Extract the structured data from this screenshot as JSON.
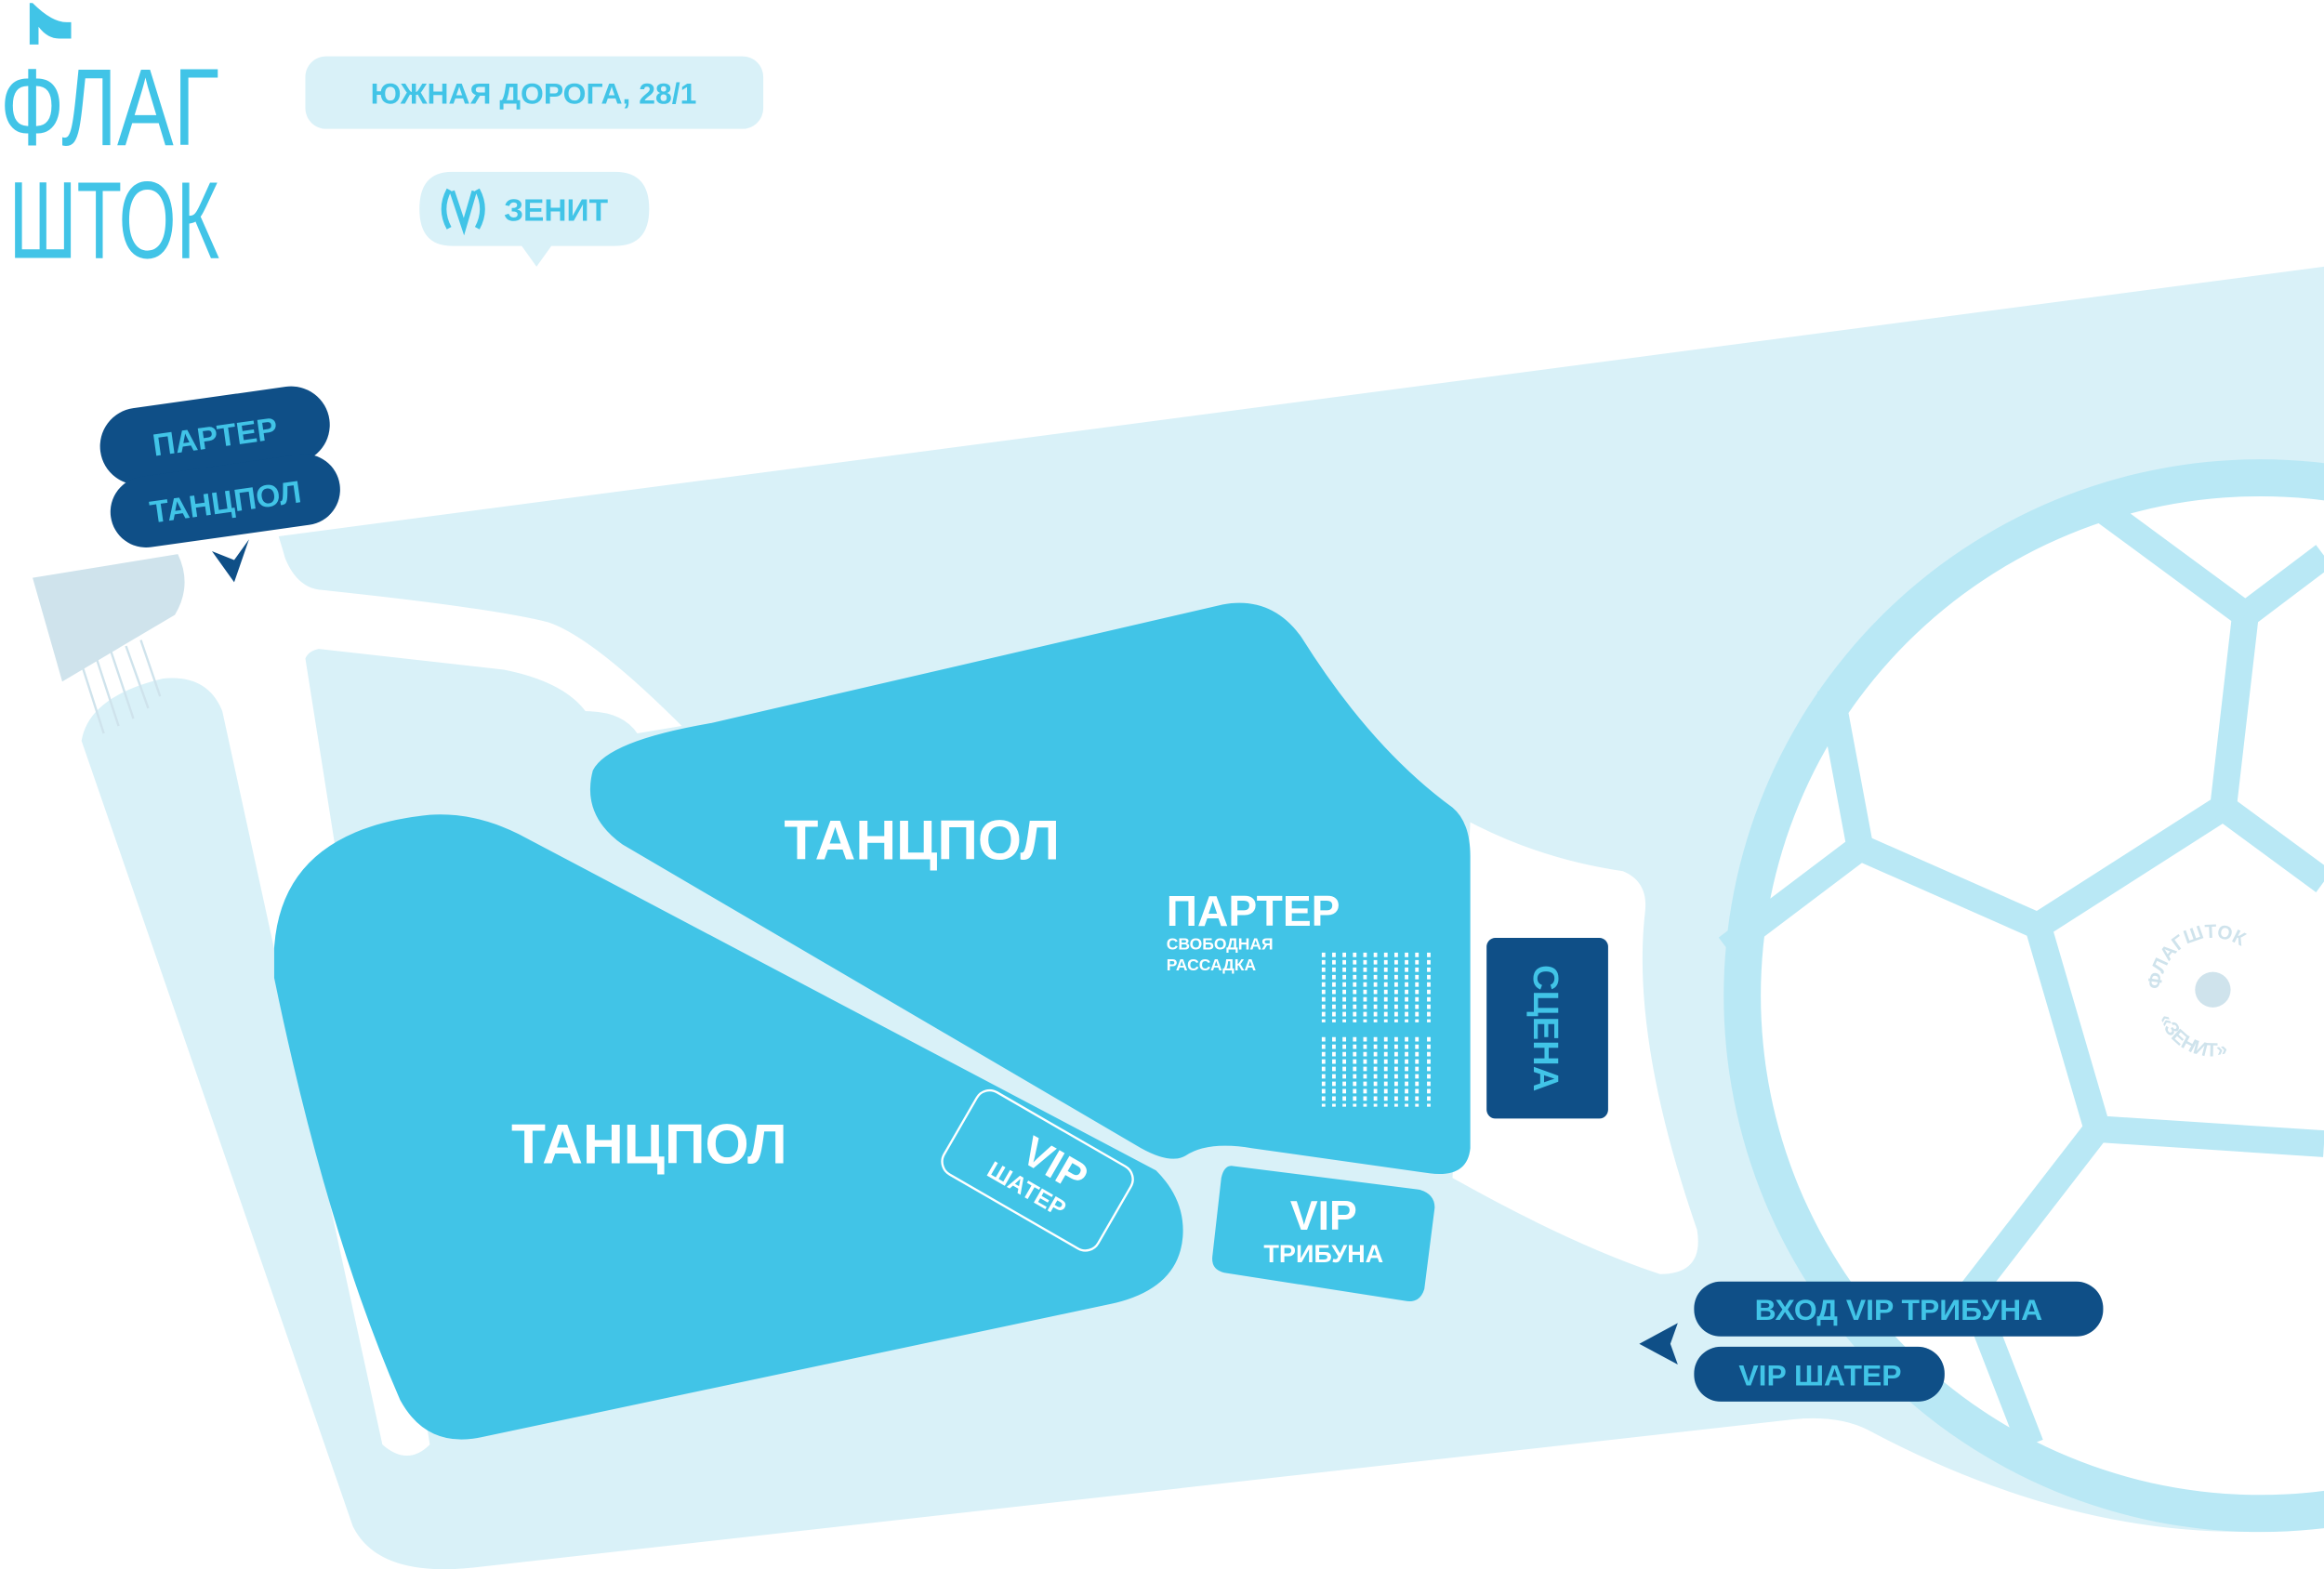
{
  "logo": {
    "line1": "ФЛАГ",
    "line2": "ШТОК"
  },
  "address": {
    "text": "ЮЖНАЯ ДОРОГА, 28/1"
  },
  "metro": {
    "icon": "metro-icon",
    "station": "ЗЕНИТ"
  },
  "entrance_left": {
    "labels": [
      "ПАРТЕР",
      "ТАНЦПОЛ"
    ],
    "icon": "arrow-pointer-icon"
  },
  "entrance_right": {
    "labels": [
      "ВХОД VIP ТРИБУНА",
      "VIP ШАТЕР"
    ],
    "icon": "arrow-pointer-icon"
  },
  "zones": {
    "dancefloor_upper": "ТАНЦПОЛ",
    "dancefloor_lower": "ТАНЦПОЛ",
    "parter_title": "ПАРТЕР",
    "parter_sub1": "СВОБОДНАЯ",
    "parter_sub2": "РАССАДКА",
    "vip_tent_title": "VIP",
    "vip_tent_sub": "ШАТЕР",
    "vip_stand_title": "VIP",
    "vip_stand_sub": "ТРИБУНА",
    "stage": "СЦЕНА"
  },
  "stadium_badge": {
    "top": "ФЛАГШТОК",
    "bottom": "«ЗЕНИТ»"
  },
  "colors": {
    "light": "#d9f1f8",
    "zone": "#41c4e7",
    "dark": "#0f4f87",
    "ball": "#b9e8f5",
    "gate": "#cfe3ec"
  }
}
